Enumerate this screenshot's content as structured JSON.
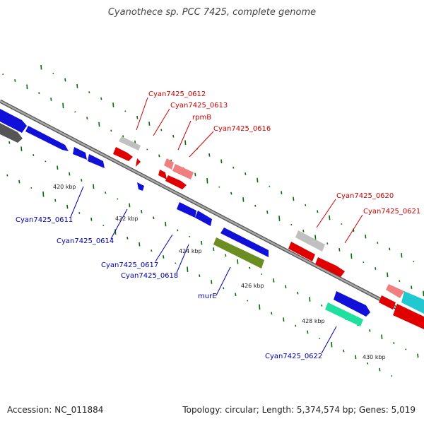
{
  "title": "Cyanothece sp. PCC 7425, complete genome",
  "footer": {
    "accession": "Accession: NC_011884",
    "summary": "Topology: circular; Length: 5,374,574 bp; Genes: 5,019"
  },
  "ticks": [
    "420 kbp",
    "422 kbp",
    "424 kbp",
    "426 kbp",
    "428 kbp",
    "430 kbp"
  ],
  "genes_top": [
    {
      "name": "Cyan7425_0612",
      "color": "#cc0000"
    },
    {
      "name": "Cyan7425_0613",
      "color": "#cc0000"
    },
    {
      "name": "rpmB",
      "color": "#cc0000"
    },
    {
      "name": "Cyan7425_0616",
      "color": "#cc0000"
    },
    {
      "name": "Cyan7425_0620",
      "color": "#cc0000"
    },
    {
      "name": "Cyan7425_0621",
      "color": "#cc0000"
    }
  ],
  "genes_bottom": [
    {
      "name": "Cyan7425_0611",
      "color": "#0000aa"
    },
    {
      "name": "Cyan7425_0614",
      "color": "#0000aa"
    },
    {
      "name": "Cyan7425_0617",
      "color": "#0000aa"
    },
    {
      "name": "Cyan7425_0618",
      "color": "#0000aa"
    },
    {
      "name": "murE",
      "color": "#0000aa"
    },
    {
      "name": "Cyan7425_0622",
      "color": "#0000aa"
    }
  ],
  "colors": {
    "forward_cds": "#e00000",
    "reverse_cds": "#1010e0",
    "rna": "#f08080",
    "other": "#c0c0c0",
    "murE": "#6b8e23",
    "gene_0622": "#20e0a0",
    "cyan": "#20c8d0",
    "backbone": "#808080",
    "gc_marks": "#007000"
  }
}
